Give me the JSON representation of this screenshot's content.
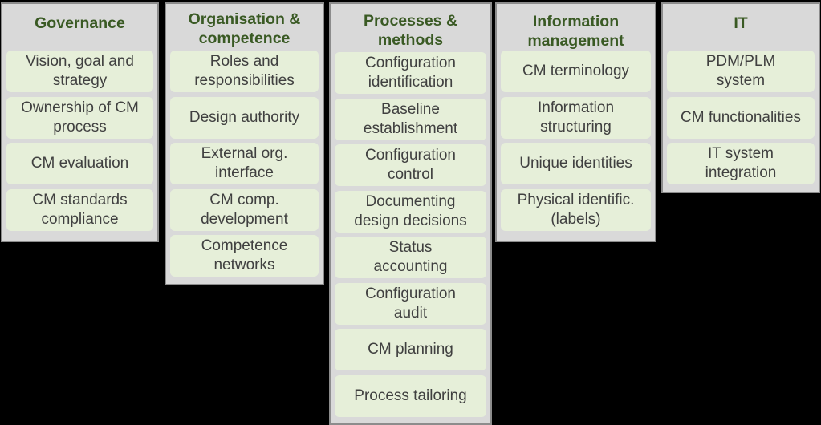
{
  "colors": {
    "background": "#000000",
    "column_fill": "#d9d9d9",
    "column_border": "#8c8c8c",
    "item_fill": "#e6efd9",
    "header_text": "#3a5a24",
    "item_text": "#404040"
  },
  "columns": [
    {
      "title": [
        "Governance"
      ],
      "items": [
        [
          "Vision, goal and",
          "strategy"
        ],
        [
          "Ownership of CM",
          "process"
        ],
        [
          "CM evaluation"
        ],
        [
          "CM standards",
          "compliance"
        ]
      ]
    },
    {
      "title": [
        "Organisation &",
        "competence"
      ],
      "items": [
        [
          "Roles and",
          "responsibilities"
        ],
        [
          "Design authority"
        ],
        [
          "External org.",
          "interface"
        ],
        [
          "CM comp.",
          "development"
        ],
        [
          "Competence",
          "networks"
        ]
      ]
    },
    {
      "title": [
        "Processes &",
        "methods"
      ],
      "items": [
        [
          "Configuration",
          "identification"
        ],
        [
          "Baseline",
          "establishment"
        ],
        [
          "Configuration",
          "control"
        ],
        [
          "Documenting",
          "design decisions"
        ],
        [
          "Status",
          "accounting"
        ],
        [
          "Configuration",
          "audit"
        ],
        [
          "CM planning"
        ],
        [
          "Process tailoring"
        ]
      ]
    },
    {
      "title": [
        "Information",
        "management"
      ],
      "items": [
        [
          "CM terminology"
        ],
        [
          "Information",
          "structuring"
        ],
        [
          "Unique identities"
        ],
        [
          "Physical identific.",
          "(labels)"
        ]
      ]
    },
    {
      "title": [
        "IT"
      ],
      "items": [
        [
          "PDM/PLM",
          "system"
        ],
        [
          "CM functionalities"
        ],
        [
          "IT system",
          "integration"
        ]
      ]
    }
  ]
}
